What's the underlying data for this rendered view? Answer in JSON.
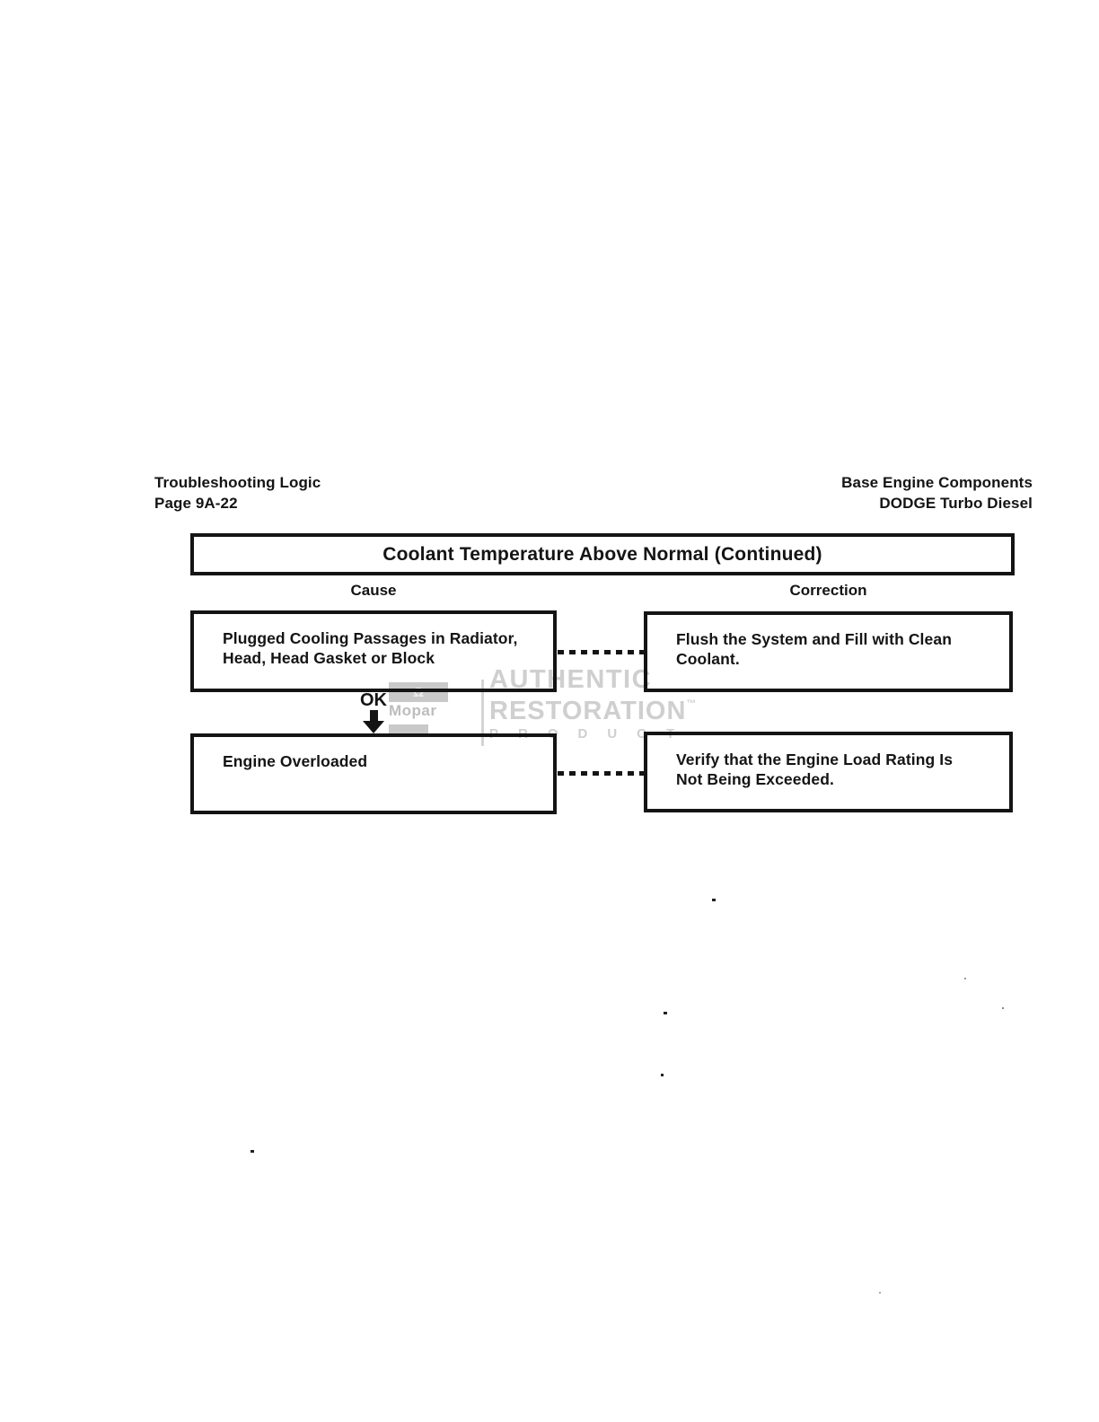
{
  "page": {
    "header_left": [
      "Troubleshooting Logic",
      "Page 9A-22"
    ],
    "header_right": [
      "Base Engine Components",
      "DODGE Turbo Diesel"
    ]
  },
  "diagram": {
    "title": "Coolant Temperature Above Normal (Continued)",
    "cause_header": "Cause",
    "correction_header": "Correction",
    "rows": [
      {
        "cause_lines": [
          "Plugged Cooling Passages in Radiator,",
          "Head, Head Gasket or Block"
        ],
        "correction_lines": [
          "Flush the System and Fill with Clean",
          "Coolant."
        ]
      },
      {
        "cause_lines": [
          "Engine Overloaded"
        ],
        "correction_lines": [
          "Verify that the Engine Load Rating Is",
          "Not Being Exceeded."
        ]
      }
    ],
    "connector_label": "OK"
  },
  "watermark": {
    "brand": "Mopar",
    "omega": "Ω",
    "line1": "AUTHENTIC",
    "line2": "RESTORATION",
    "trademark": "™",
    "line3": "PRODUCT"
  },
  "colors": {
    "ink": "#141414",
    "paper": "#ffffff",
    "watermark_gray": "#cfcfcf"
  }
}
